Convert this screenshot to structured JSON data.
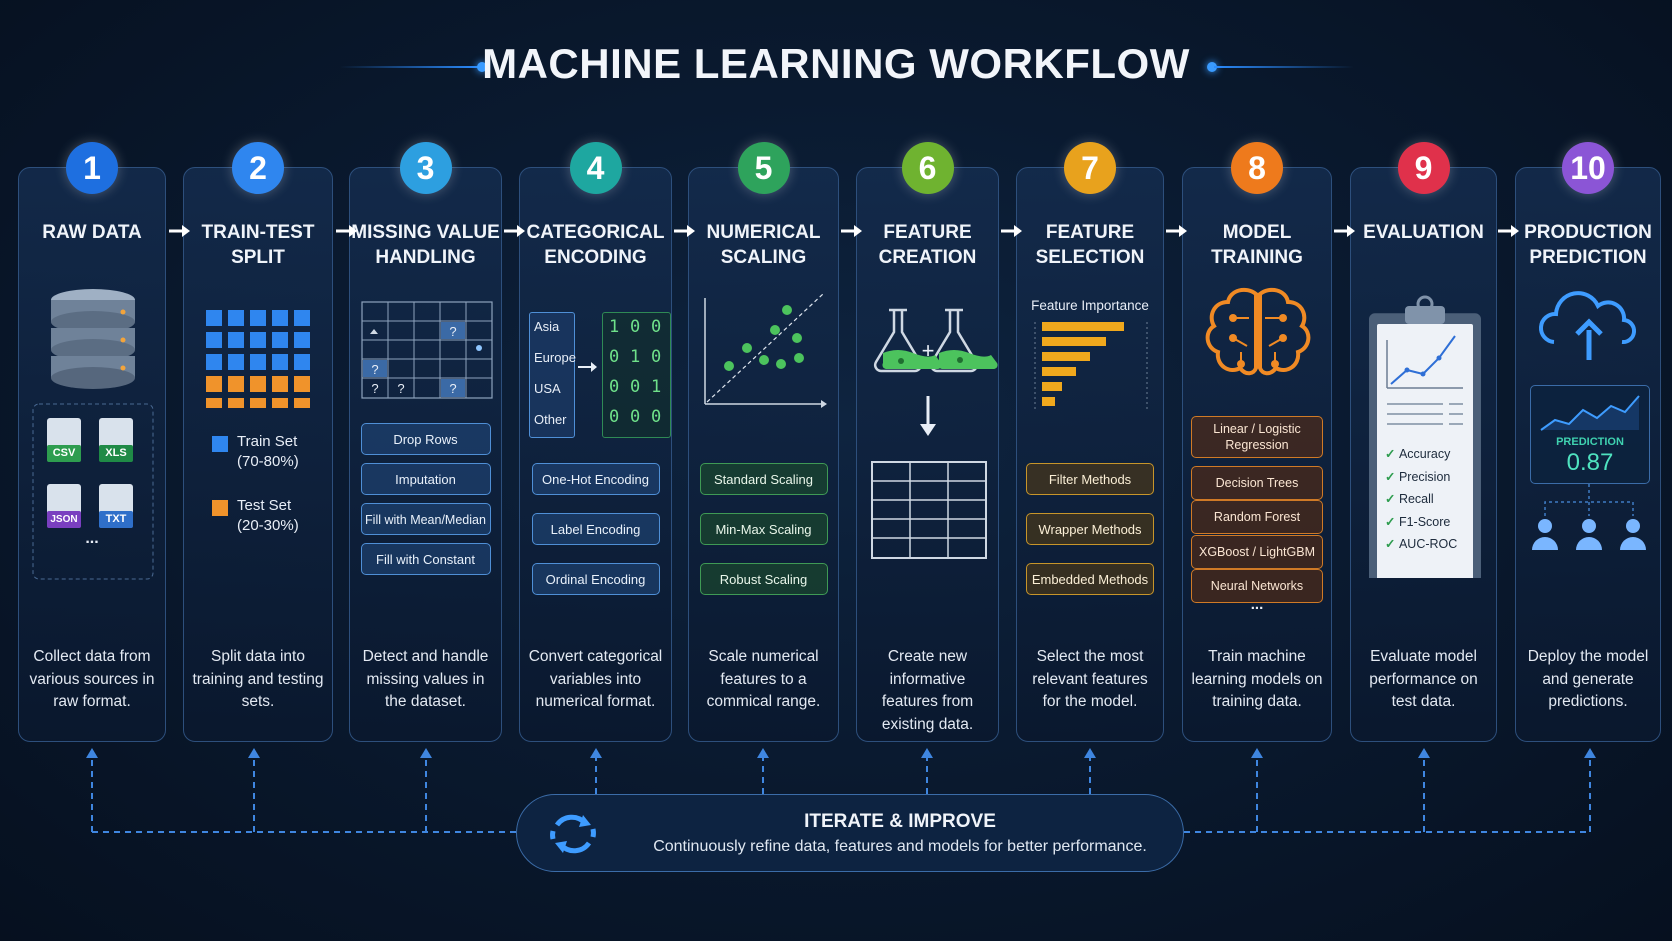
{
  "title": "MACHINE LEARNING WORKFLOW",
  "steps": [
    {
      "num": "1",
      "title": "RAW DATA",
      "desc": "Collect data from various sources in raw format.",
      "color": "#1e6fe0"
    },
    {
      "num": "2",
      "title": "TRAIN-TEST\nSPLIT",
      "desc": "Split data into training and testing sets.",
      "color": "#2f86ef"
    },
    {
      "num": "3",
      "title": "MISSING VALUE\nHANDLING",
      "desc": "Detect and handle missing values in the dataset.",
      "color": "#2d9fe0"
    },
    {
      "num": "4",
      "title": "CATEGORICAL\nENCODING",
      "desc": "Convert categorical variables into numerical format.",
      "color": "#1ea7a0"
    },
    {
      "num": "5",
      "title": "NUMERICAL\nSCALING",
      "desc": "Scale numerical features to a commical range.",
      "color": "#2ea35c"
    },
    {
      "num": "6",
      "title": "FEATURE\nCREATION",
      "desc": "Create new informative features from existing data.",
      "color": "#6fb330"
    },
    {
      "num": "7",
      "title": "FEATURE\nSELECTION",
      "desc": "Select the most relevant features for the model.",
      "color": "#e8a21d"
    },
    {
      "num": "8",
      "title": "MODEL\nTRAINING",
      "desc": "Train machine learning models on training data.",
      "color": "#ee7a1c"
    },
    {
      "num": "9",
      "title": "EVALUATION",
      "desc": "Evaluate model performance on test data.",
      "color": "#e0314b"
    },
    {
      "num": "10",
      "title": "PRODUCTION\nPREDICTION",
      "desc": "Deploy the model and generate predictions.",
      "color": "#8b55d6"
    }
  ],
  "raw_data": {
    "files": [
      "CSV",
      "XLS",
      "JSON",
      "TXT"
    ],
    "more": "..."
  },
  "split": {
    "train_label": "Train Set",
    "train_pct": "(70-80%)",
    "test_label": "Test Set",
    "test_pct": "(20-30%)"
  },
  "missing": {
    "grid_marks": [
      "?",
      "?",
      "?",
      "?",
      "?"
    ],
    "methods": [
      "Drop Rows",
      "Imputation",
      "Fill with Mean/Median",
      "Fill with Constant"
    ]
  },
  "categorical": {
    "categories": [
      "Asia",
      "Europe",
      "USA",
      "Other"
    ],
    "matrix": [
      [
        "1",
        "0",
        "0"
      ],
      [
        "0",
        "1",
        "0"
      ],
      [
        "0",
        "0",
        "1"
      ],
      [
        "0",
        "0",
        "0"
      ]
    ],
    "methods": [
      "One-Hot Encoding",
      "Label Encoding",
      "Ordinal Encoding"
    ]
  },
  "scaling": {
    "methods": [
      "Standard Scaling",
      "Min-Max Scaling",
      "Robust Scaling"
    ]
  },
  "creation": {
    "plus": "+"
  },
  "selection": {
    "chart_title": "Feature Importance",
    "methods": [
      "Filter Methods",
      "Wrapper Methods",
      "Embedded Methods"
    ]
  },
  "training": {
    "models": [
      "Linear / Logistic Regression",
      "Decision Trees",
      "Random Forest",
      "XGBoost / LightGBM",
      "Neural Networks"
    ],
    "more": "..."
  },
  "evaluation": {
    "metrics": [
      "Accuracy",
      "Precision",
      "Recall",
      "F1-Score",
      "AUC-ROC"
    ]
  },
  "production": {
    "label": "PREDICTION",
    "value": "0.87"
  },
  "iterate": {
    "title": "ITERATE & IMPROVE",
    "desc": "Continuously refine data, features and models for better performance."
  }
}
